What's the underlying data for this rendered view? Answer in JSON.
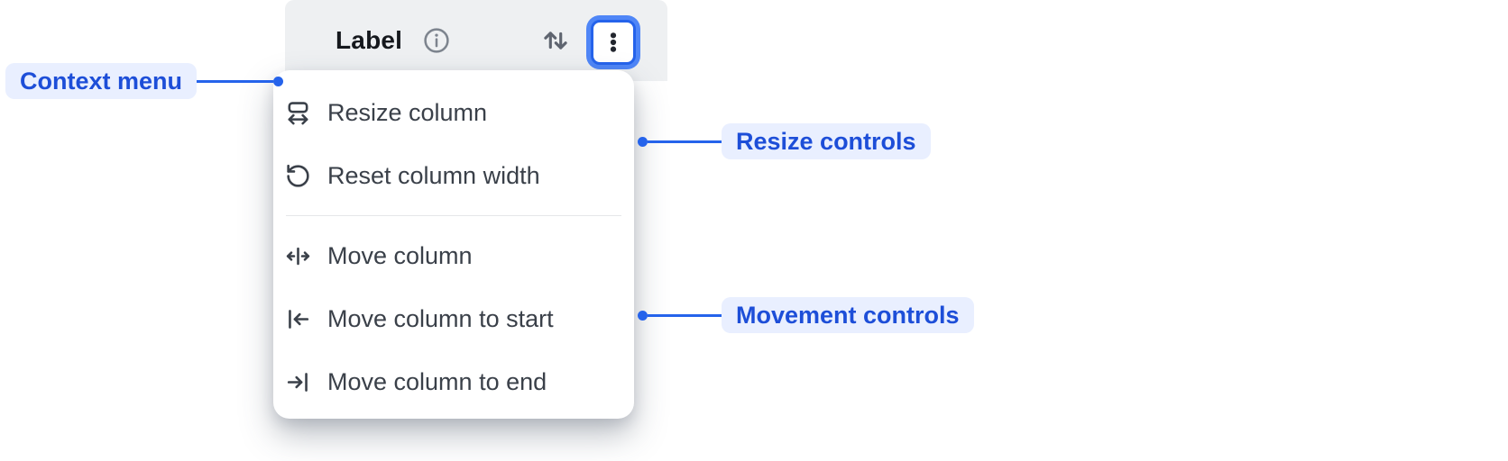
{
  "window": {
    "background": "#ffffff"
  },
  "palette": {
    "accent_blue": "#2563eb",
    "annotation_text_blue": "#1d4ed8",
    "annotation_pill_bg": "#e9efff",
    "header_bg": "#eef0f2",
    "menu_bg": "#ffffff",
    "menu_text": "#3a4049",
    "icon_gray": "#5f6570",
    "divider_gray": "#e5e7e9",
    "focus_ring_blue": "#4f86f7"
  },
  "column_header": {
    "label": "Label",
    "info_icon": "info-icon",
    "sort_icon": "sort-arrows-icon",
    "menu_button_icon": "kebab-menu-icon"
  },
  "context_menu": {
    "resize_group": [
      {
        "icon": "resize-column-icon",
        "label": "Resize column"
      },
      {
        "icon": "reset-column-width-icon",
        "label": "Reset column width"
      }
    ],
    "movement_group": [
      {
        "icon": "move-column-icon",
        "label": "Move column"
      },
      {
        "icon": "move-column-start-icon",
        "label": "Move column to start"
      },
      {
        "icon": "move-column-end-icon",
        "label": "Move column to end"
      }
    ]
  },
  "annotations": {
    "context_menu": "Context menu",
    "resize_controls": "Resize controls",
    "movement_controls": "Movement controls"
  }
}
